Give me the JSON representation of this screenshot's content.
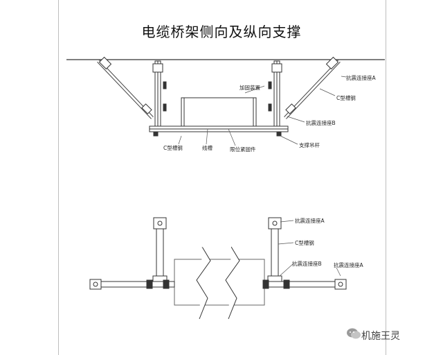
{
  "title": "电缆桥架侧向及纵向支撑",
  "top_view": {
    "labels": {
      "anchor_a": "抗震连接座A",
      "c_channel_right": "C型槽钢",
      "reinforcement": "加固装置",
      "anchor_b": "抗震连接座B",
      "c_channel_bottom": "C型槽钢",
      "cable_tray": "线槽",
      "limit_fastener": "限位紧固件",
      "support_rod": "支撑吊杆"
    }
  },
  "bottom_view": {
    "labels": {
      "anchor_a_top": "抗震连接座A",
      "c_channel": "C型槽钢",
      "anchor_b": "抗震连接座B",
      "anchor_a_right": "抗震连接座A"
    }
  },
  "watermark": "机施王灵"
}
